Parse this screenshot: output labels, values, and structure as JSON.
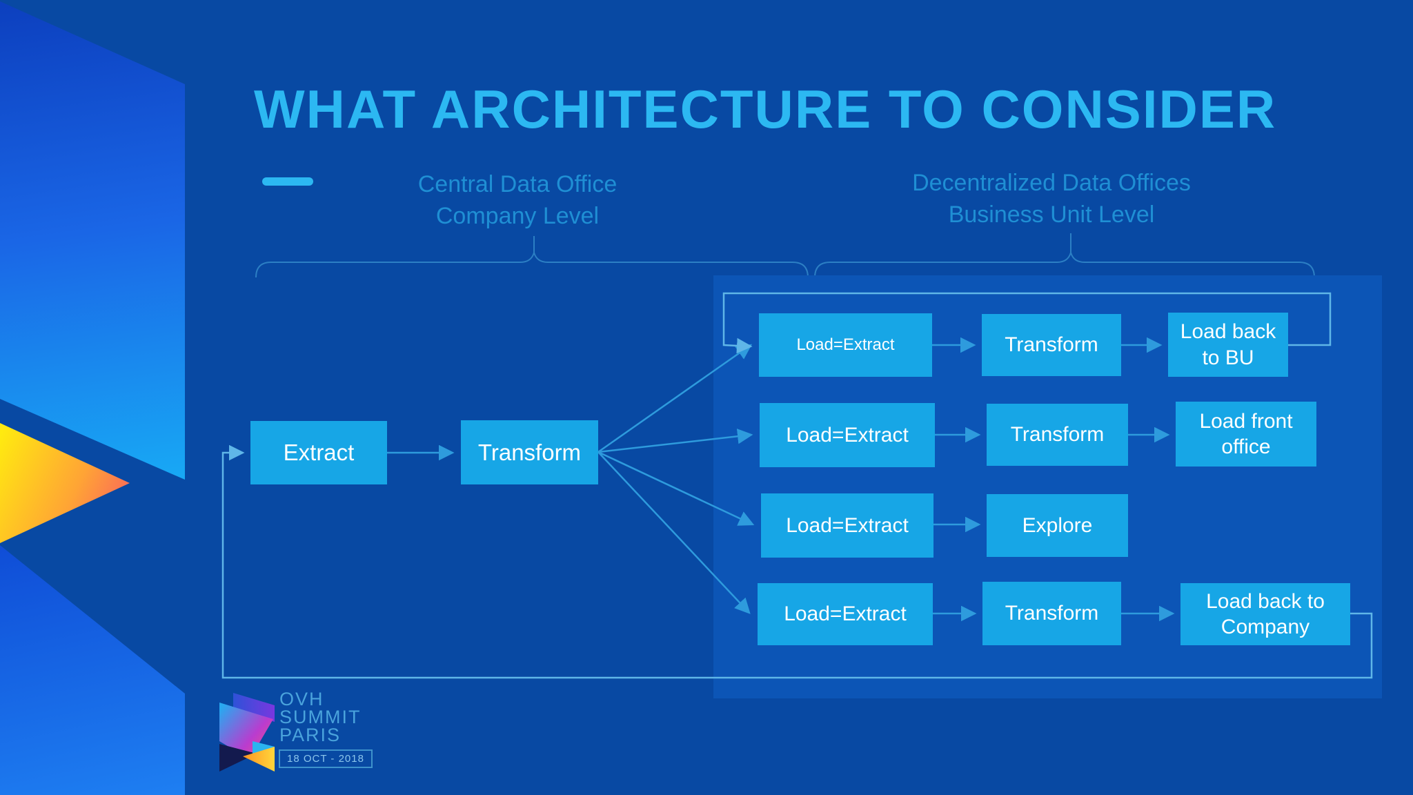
{
  "slide": {
    "title": "WHAT ARCHITECTURE TO CONSIDER"
  },
  "sections": {
    "central": {
      "line1": "Central Data Office",
      "line2": "Company Level"
    },
    "decentralized": {
      "line1": "Decentralized Data Offices",
      "line2": "Business Unit Level"
    }
  },
  "flow": {
    "central_nodes": [
      {
        "label": "Extract"
      },
      {
        "label": "Transform"
      }
    ],
    "rows": [
      {
        "cells": [
          {
            "label": "Load=Extract"
          },
          {
            "label": "Transform"
          },
          {
            "label": "Load back\nto BU"
          }
        ]
      },
      {
        "cells": [
          {
            "label": "Load=Extract"
          },
          {
            "label": "Transform"
          },
          {
            "label": "Load front\noffice"
          }
        ]
      },
      {
        "cells": [
          {
            "label": "Load=Extract"
          },
          {
            "label": "Explore"
          }
        ]
      },
      {
        "cells": [
          {
            "label": "Load=Extract"
          },
          {
            "label": "Transform"
          },
          {
            "label": "Load back to\nCompany"
          }
        ]
      }
    ]
  },
  "logo": {
    "line1": "OVH",
    "line2": "SUMMIT",
    "line3": "PARIS",
    "date": "18 OCT - 2018"
  },
  "colors": {
    "background": "#0849A3",
    "panel": "#0C55B6",
    "node_fill": "#17A6E6",
    "node_text": "#FFFFFF",
    "title": "#2CB8F2",
    "section_label": "#1F8FD4",
    "connector": "#2E9BDD",
    "loop_connector": "#5FB6E8",
    "brace": "#2C7FC4",
    "logo_text": "#4AA3DC",
    "deco_warm_yellow": "#FFEA10",
    "deco_warm_pink": "#F8486E",
    "deco_blue_sheet": "#1A66E6"
  }
}
